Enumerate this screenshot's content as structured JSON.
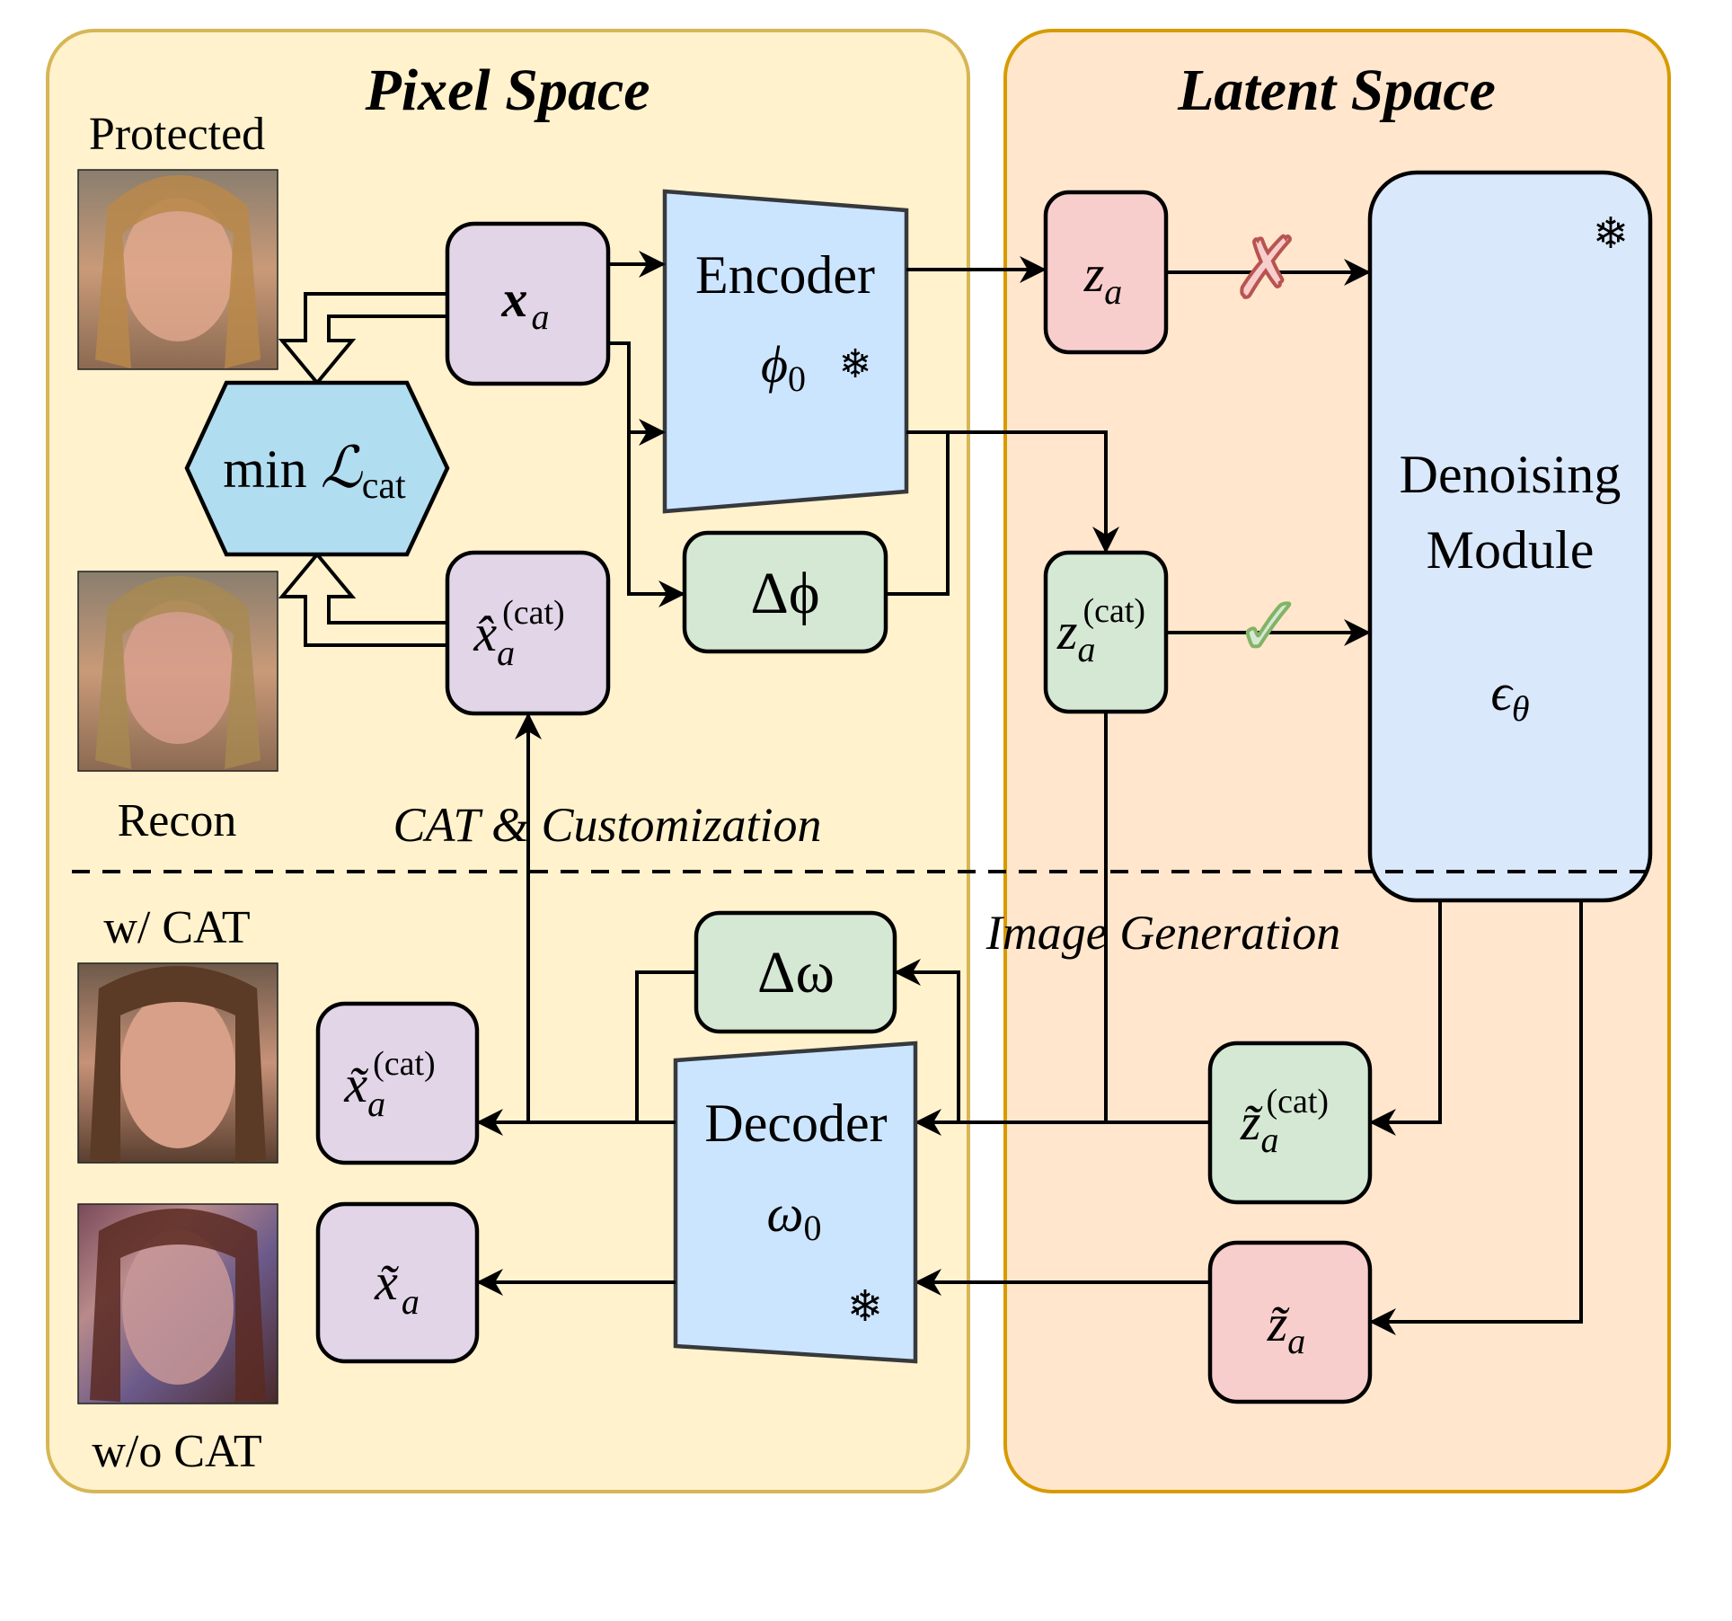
{
  "panels": {
    "pixel": {
      "title": "Pixel Space",
      "fill": "#fff2cc",
      "stroke": "#d6b656"
    },
    "latent": {
      "title": "Latent Space",
      "fill": "#ffe6cc",
      "stroke": "#d79b00"
    }
  },
  "sections": {
    "top": "CAT & Customization",
    "bottom": "Image Generation"
  },
  "images": {
    "protected": "Protected",
    "recon": "Recon",
    "with_cat": "w/ CAT",
    "without_cat": "w/o CAT"
  },
  "nodes": {
    "loss": {
      "prefix": "min ",
      "symbol": "ℒ",
      "sub": "cat"
    },
    "x_a": {
      "base": "x",
      "sub": "a"
    },
    "x_hat_cat": {
      "base": "x̂",
      "sub": "a",
      "sup": "(cat)"
    },
    "encoder": {
      "label": "Encoder",
      "param": "ϕ",
      "param_sub": "0"
    },
    "delta_phi": {
      "label": "Δϕ"
    },
    "z_a": {
      "base": "z",
      "sub": "a"
    },
    "z_cat": {
      "base": "z",
      "sub": "a",
      "sup": "(cat)"
    },
    "denoiser": {
      "line1": "Denoising",
      "line2": "Module",
      "param": "ϵ",
      "param_sub": "θ"
    },
    "delta_omega": {
      "label": "Δω"
    },
    "decoder": {
      "label": "Decoder",
      "param": "ω",
      "param_sub": "0"
    },
    "x_tilde_cat": {
      "base": "x̃",
      "sub": "a",
      "sup": "(cat)"
    },
    "x_tilde": {
      "base": "x̃",
      "sub": "a"
    },
    "z_tilde_cat": {
      "base": "z̃",
      "sub": "a",
      "sup": "(cat)"
    },
    "z_tilde": {
      "base": "z̃",
      "sub": "a"
    }
  },
  "marks": {
    "blocked": "✗",
    "allowed": "✓",
    "frozen": "❄"
  },
  "colors": {
    "purple": "#e1d5e7",
    "green": "#d5e8d4",
    "red": "#f8cecc",
    "blue": "#cce5ff",
    "denoise_blue": "#dae8fc",
    "hex_blue": "#b1ddf0",
    "x_mark": "#b85450",
    "check_mark": "#82b366"
  }
}
